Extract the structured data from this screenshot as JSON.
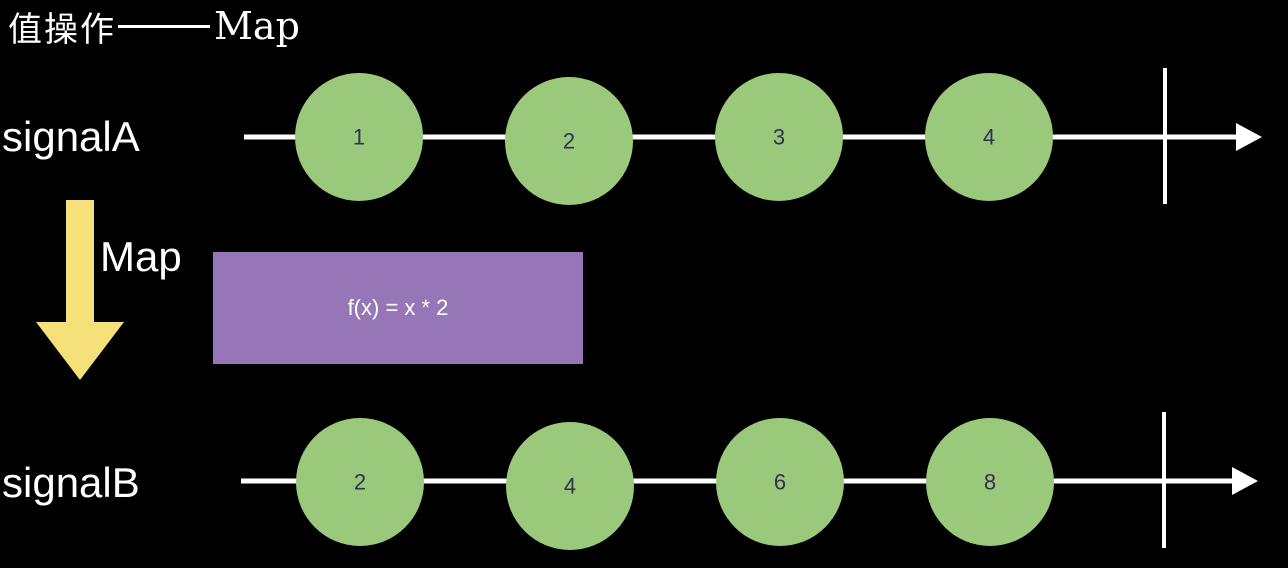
{
  "title": {
    "text_cjk": "值操作",
    "text_op": "Map"
  },
  "signals": [
    {
      "label": "signalA",
      "values": [
        "1",
        "2",
        "3",
        "4"
      ]
    },
    {
      "label": "signalB",
      "values": [
        "2",
        "4",
        "6",
        "8"
      ]
    }
  ],
  "operator": {
    "label": "Map",
    "function_text": "f(x) = x * 2"
  },
  "colors": {
    "background": "#000000",
    "node_fill": "#9ac97c",
    "node_text": "#2e3350",
    "function_box": "#9776b8",
    "arrow_down": "#f6e07a",
    "timeline": "#ffffff"
  }
}
